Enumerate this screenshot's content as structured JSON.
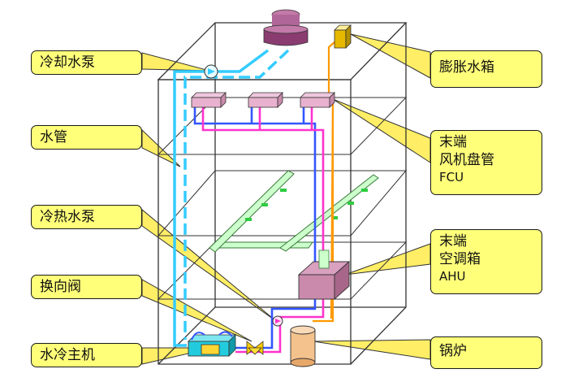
{
  "labels": {
    "cooling_pump": "冷却水泵",
    "water_pipe": "水管",
    "hot_cold_pump": "冷热水泵",
    "reversing_valve": "换向阀",
    "chiller": "水冷主机",
    "expansion_tank": "膨胀水箱",
    "fcu": {
      "line1": "末端",
      "line2": "风机盘管",
      "line3": "FCU"
    },
    "ahu": {
      "line1": "末端",
      "line2": "空调箱",
      "line3": "AHU"
    },
    "boiler": "锅炉"
  },
  "colors": {
    "callout_fill": "#ffff7a",
    "leader_fill": "#ffee66",
    "cooling_water": "#33ccff",
    "chilled_supply": "#ff33cc",
    "chilled_return": "#3355ff",
    "hot_water": "#ff9900",
    "frame": "#333333"
  }
}
